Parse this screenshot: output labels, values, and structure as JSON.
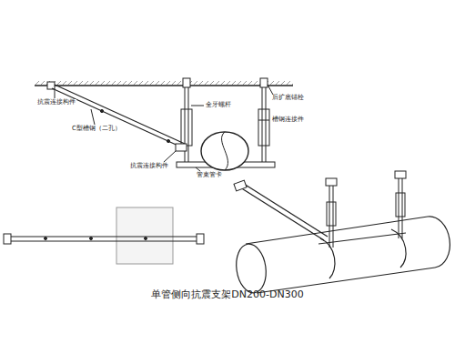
{
  "diagram": {
    "caption": "单管侧向抗震支架DN200-DN300",
    "labels": [
      "抗震连接构件",
      "C型槽钢（二孔）",
      "全牙螺杆",
      "后扩底锚栓",
      "槽钢连接件",
      "抗震连接构件",
      "管束管卡"
    ]
  }
}
